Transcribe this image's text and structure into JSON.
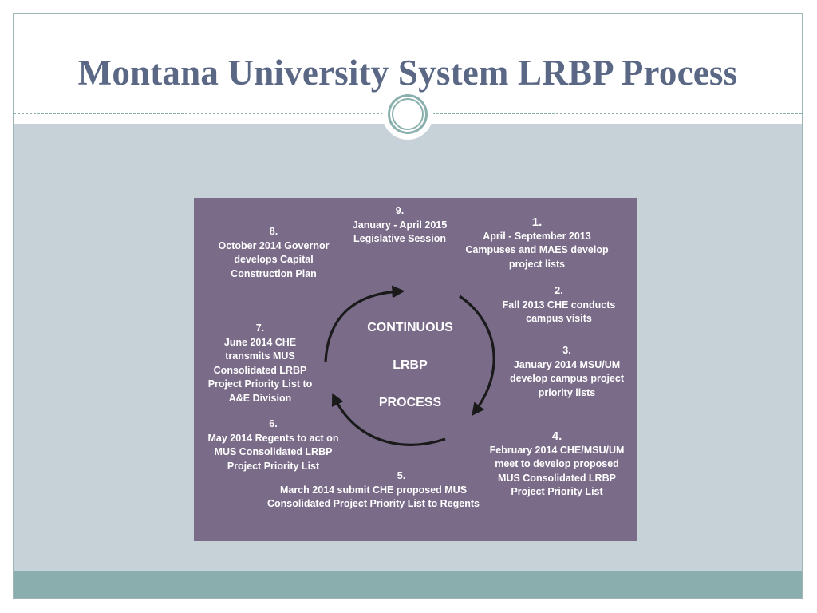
{
  "slide": {
    "title": "Montana University System LRBP Process"
  },
  "diagram": {
    "center": {
      "line1": "CONTINUOUS",
      "line2": "LRBP",
      "line3": "PROCESS"
    },
    "steps": [
      {
        "num": "1.",
        "text": "April - September 2013 Campuses and MAES develop project lists"
      },
      {
        "num": "2.",
        "text": "Fall 2013 CHE conducts campus visits"
      },
      {
        "num": "3.",
        "text": "January  2014 MSU/UM develop campus project priority lists"
      },
      {
        "num": "4.",
        "text": "February 2014 CHE/MSU/UM meet to develop proposed MUS Consolidated LRBP Project Priority List"
      },
      {
        "num": "5.",
        "text": "March 2014 submit CHE proposed MUS Consolidated Project Priority List  to Regents"
      },
      {
        "num": "6.",
        "text": "May 2014 Regents to act on MUS  Consolidated LRBP Project Priority List"
      },
      {
        "num": "7.",
        "text": "June 2014 CHE transmits MUS Consolidated LRBP Project Priority List to A&E Division"
      },
      {
        "num": "8.",
        "text": "October 2014 Governor develops Capital Construction Plan"
      },
      {
        "num": "9.",
        "text": "January - April 2015 Legislative Session"
      }
    ],
    "colors": {
      "background": "#7a6b89",
      "text": "#ffffff",
      "arrows": "#1a1a1a"
    }
  }
}
